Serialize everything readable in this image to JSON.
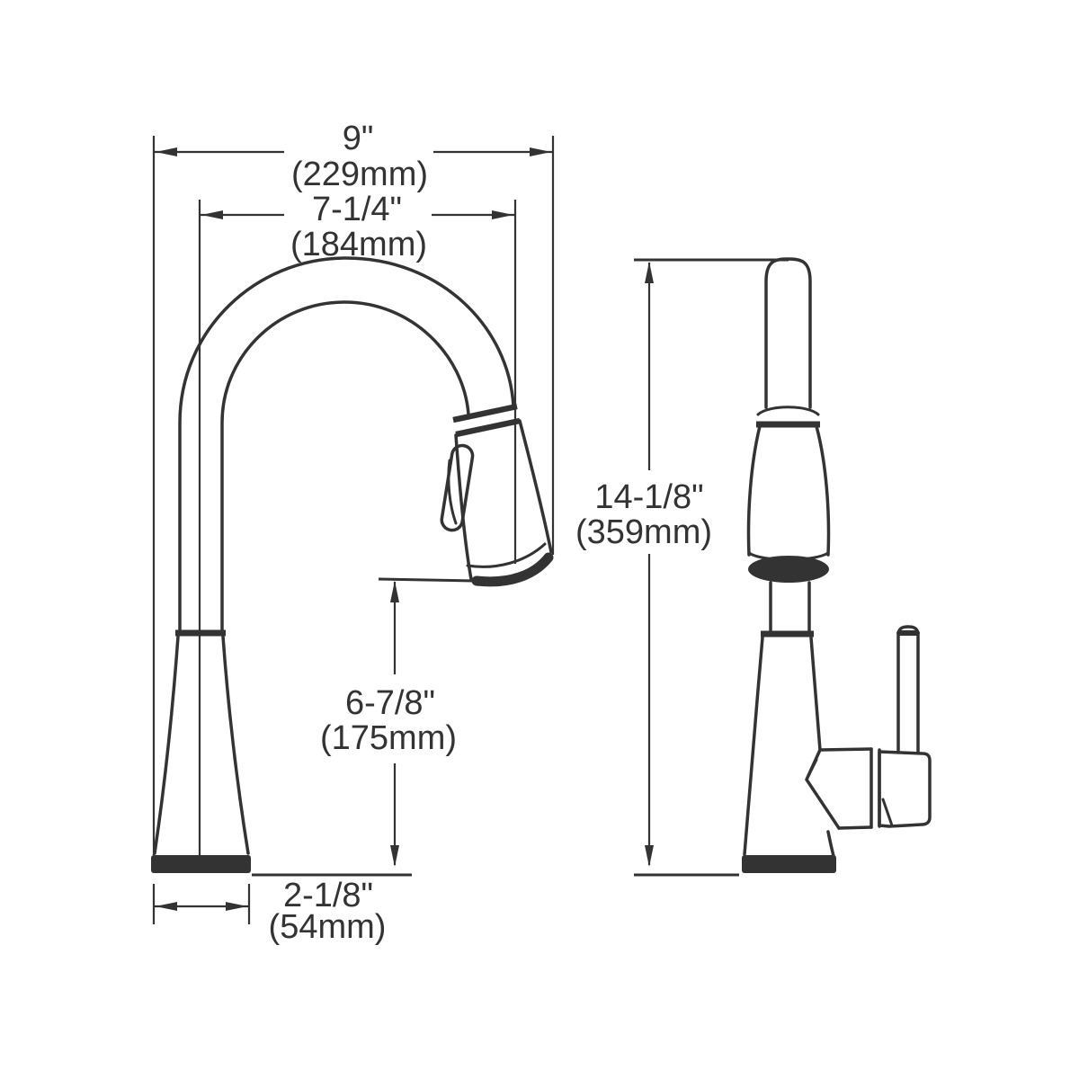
{
  "colors": {
    "line": "#333333",
    "background": "#ffffff"
  },
  "dimensions": {
    "overall_reach": {
      "inches": "9\"",
      "mm": "(229mm)"
    },
    "spout_reach": {
      "inches": "7-1/4\"",
      "mm": "(184mm)"
    },
    "overall_height": {
      "inches": "14-1/8\"",
      "mm": "(359mm)"
    },
    "spout_clearance": {
      "inches": "6-7/8\"",
      "mm": "(175mm)"
    },
    "base_width": {
      "inches": "2-1/8\"",
      "mm": "(54mm)"
    }
  }
}
